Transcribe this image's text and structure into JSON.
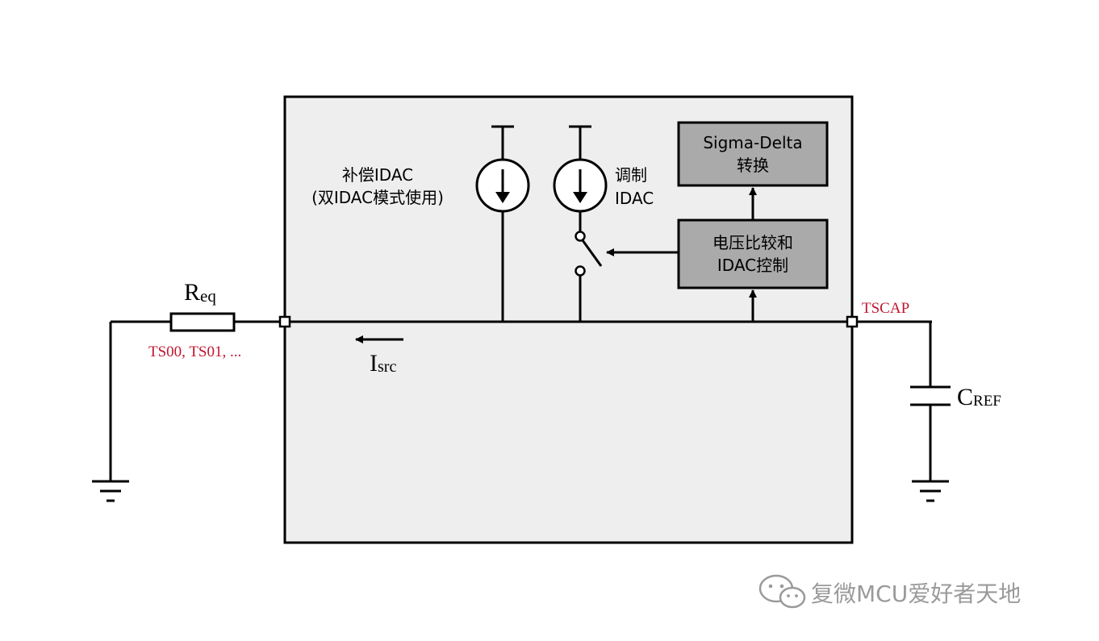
{
  "colors": {
    "box_fill": "#eeeeee",
    "block_fill": "#aaaaaa",
    "line": "#000000",
    "pin_label": "#c0152f",
    "watermark": "#9a9a9a"
  },
  "labels": {
    "req_main": "R",
    "req_sub": "eq",
    "ts_pins": "TS00, TS01, ...",
    "tscap": "TSCAP",
    "isrc_main": "I",
    "isrc_sub": "src",
    "cref_main": "C",
    "cref_sub": "REF",
    "comp_idac_line1": "补偿IDAC",
    "comp_idac_line2": "(双IDAC模式使用)",
    "mod_idac_line1": "调制",
    "mod_idac_line2": "IDAC",
    "sigma_delta_line1": "Sigma-Delta",
    "sigma_delta_line2": "转换",
    "comparator_line1": "电压比较和",
    "comparator_line2": "IDAC控制"
  },
  "watermark": {
    "text": "复微MCU爱好者天地",
    "icon": "wechat-icon"
  }
}
